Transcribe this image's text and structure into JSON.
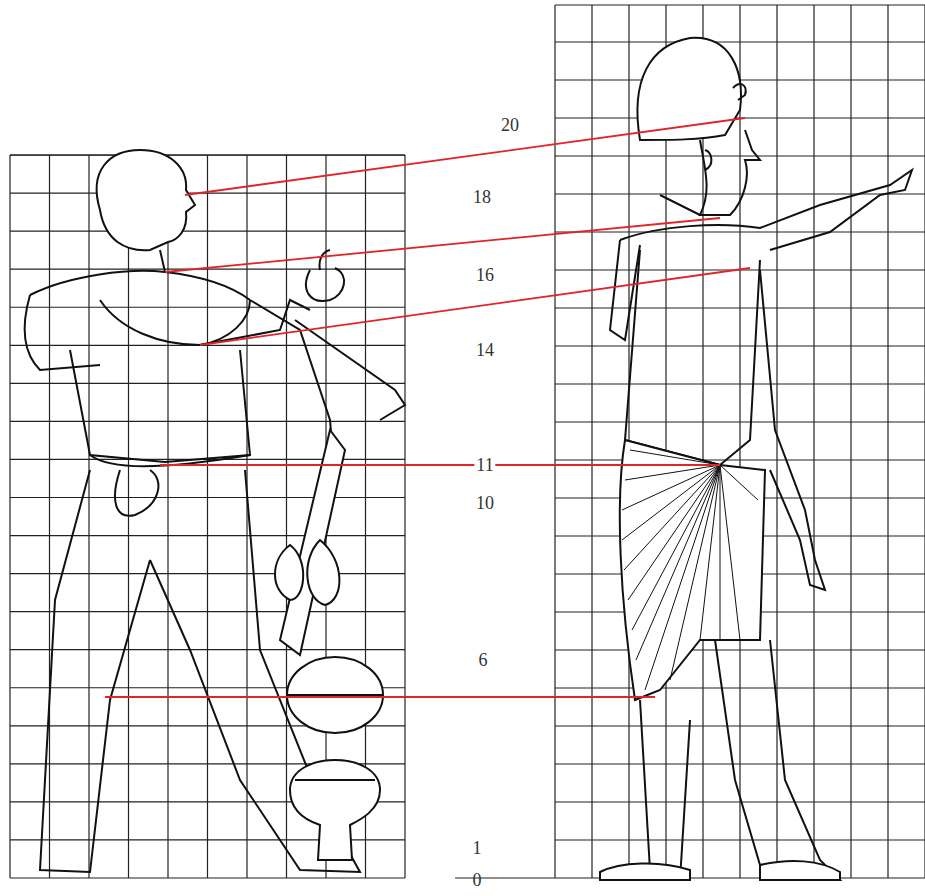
{
  "diagram": {
    "labels": [
      "20",
      "18",
      "16",
      "14",
      "11",
      "10",
      "6",
      "1",
      "0"
    ]
  }
}
